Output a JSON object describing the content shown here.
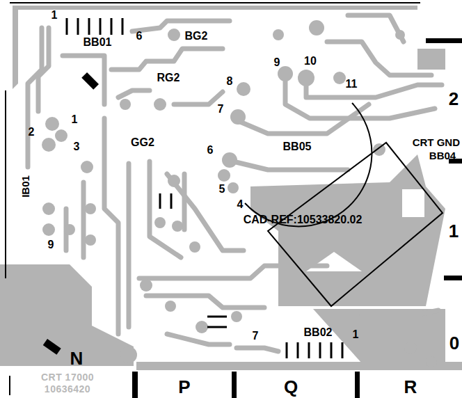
{
  "diagram": {
    "labels": [
      "1",
      "BB01",
      "6",
      "BG2",
      "RG2",
      "1",
      "2",
      "3",
      "GG2",
      "IB01",
      "9",
      "8",
      "9",
      "10",
      "11",
      "7",
      "6",
      "5",
      "4",
      "BB05",
      "CAD-REF:10533820.02",
      "2",
      "CRT GND",
      "BB04",
      "1",
      "0",
      "7",
      "BB02",
      "1",
      "N",
      "P",
      "Q",
      "R",
      "CRT 17000",
      "10636420"
    ]
  }
}
